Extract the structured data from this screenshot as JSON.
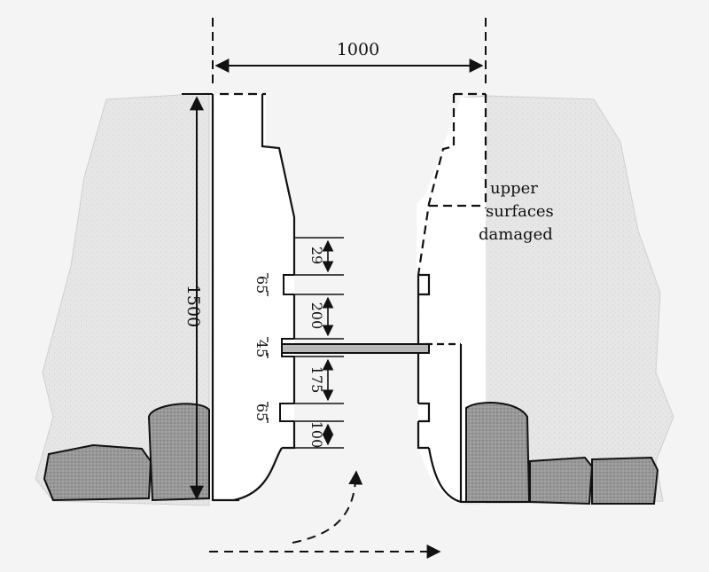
{
  "figure": {
    "width_label": "1000",
    "height_label": "1500",
    "note_lines": [
      "upper",
      "surfaces",
      "damaged"
    ],
    "dims_right": [
      "29",
      "200",
      "175",
      "100"
    ],
    "dims_left": [
      "65",
      "45",
      "65"
    ]
  }
}
